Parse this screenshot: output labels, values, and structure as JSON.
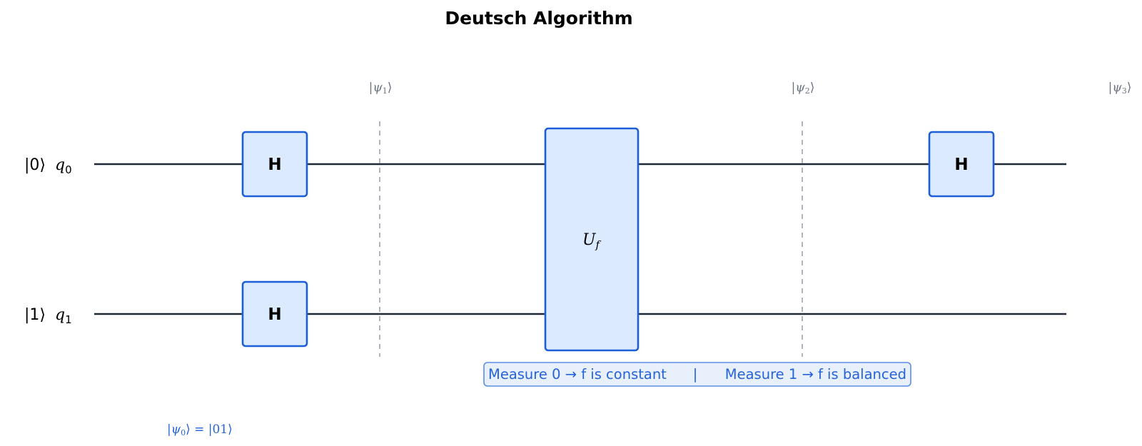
{
  "title": "Deutsch Algorithm",
  "qubits": [
    {
      "ket": "|0⟩",
      "name": "q",
      "index": "0"
    },
    {
      "ket": "|1⟩",
      "name": "q",
      "index": "1"
    }
  ],
  "gates": {
    "h_label": "H",
    "oracle_main": "U",
    "oracle_sub": "f"
  },
  "states": [
    {
      "open": "|",
      "psi": "ψ",
      "index": "1",
      "close": "⟩"
    },
    {
      "open": "|",
      "psi": "ψ",
      "index": "2",
      "close": "⟩"
    },
    {
      "open": "|",
      "psi": "ψ",
      "index": "3",
      "close": "⟩"
    }
  ],
  "initial_state": {
    "open": "|",
    "psi": "ψ",
    "index": "0",
    "rest": "⟩ = |01⟩"
  },
  "note": {
    "left": "Measure 0 → f is constant",
    "separator": "|",
    "right": "Measure 1 → f is balanced"
  },
  "colors": {
    "gate_fill": "#dbeafe",
    "gate_stroke": "#1d5fd8",
    "wire": "#1f2937",
    "barrier": "#9ca3af",
    "accent_text": "#2563d9",
    "state_label": "#6b7280"
  }
}
